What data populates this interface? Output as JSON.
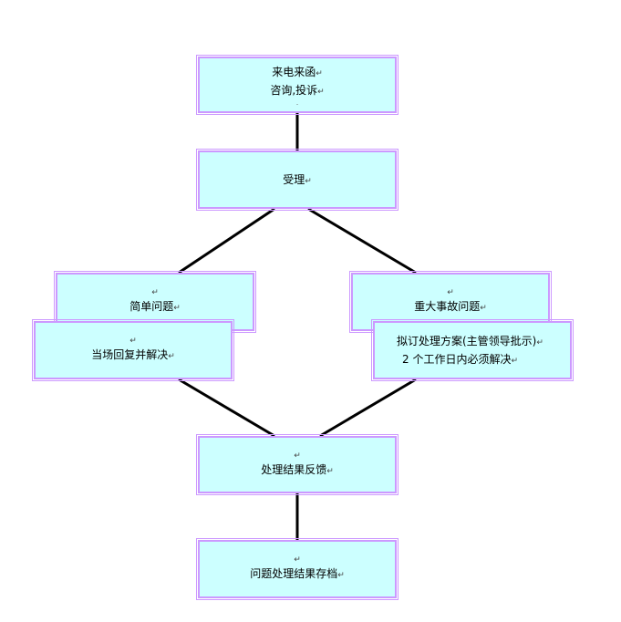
{
  "colors": {
    "box_fill": "#ccffff",
    "box_border": "#cc99ff",
    "connector": "#000000"
  },
  "para_mark": "↵",
  "nodes": {
    "inquiry": {
      "lines": [
        "来电来函",
        "咨询,投诉"
      ],
      "dot": "."
    },
    "accept": {
      "lines": [
        "受理"
      ]
    },
    "simple": {
      "lines": [
        "简单问题"
      ]
    },
    "onsite": {
      "lines": [
        "当场回复并解决"
      ]
    },
    "major": {
      "lines": [
        "重大事故问题"
      ]
    },
    "plan": {
      "lines": [
        "拟订处理方案(主管领导批示)",
        "2 个工作日内必须解决"
      ]
    },
    "feedback": {
      "lines": [
        "处理结果反馈"
      ]
    },
    "archive": {
      "lines": [
        "问题处理结果存档"
      ]
    }
  }
}
